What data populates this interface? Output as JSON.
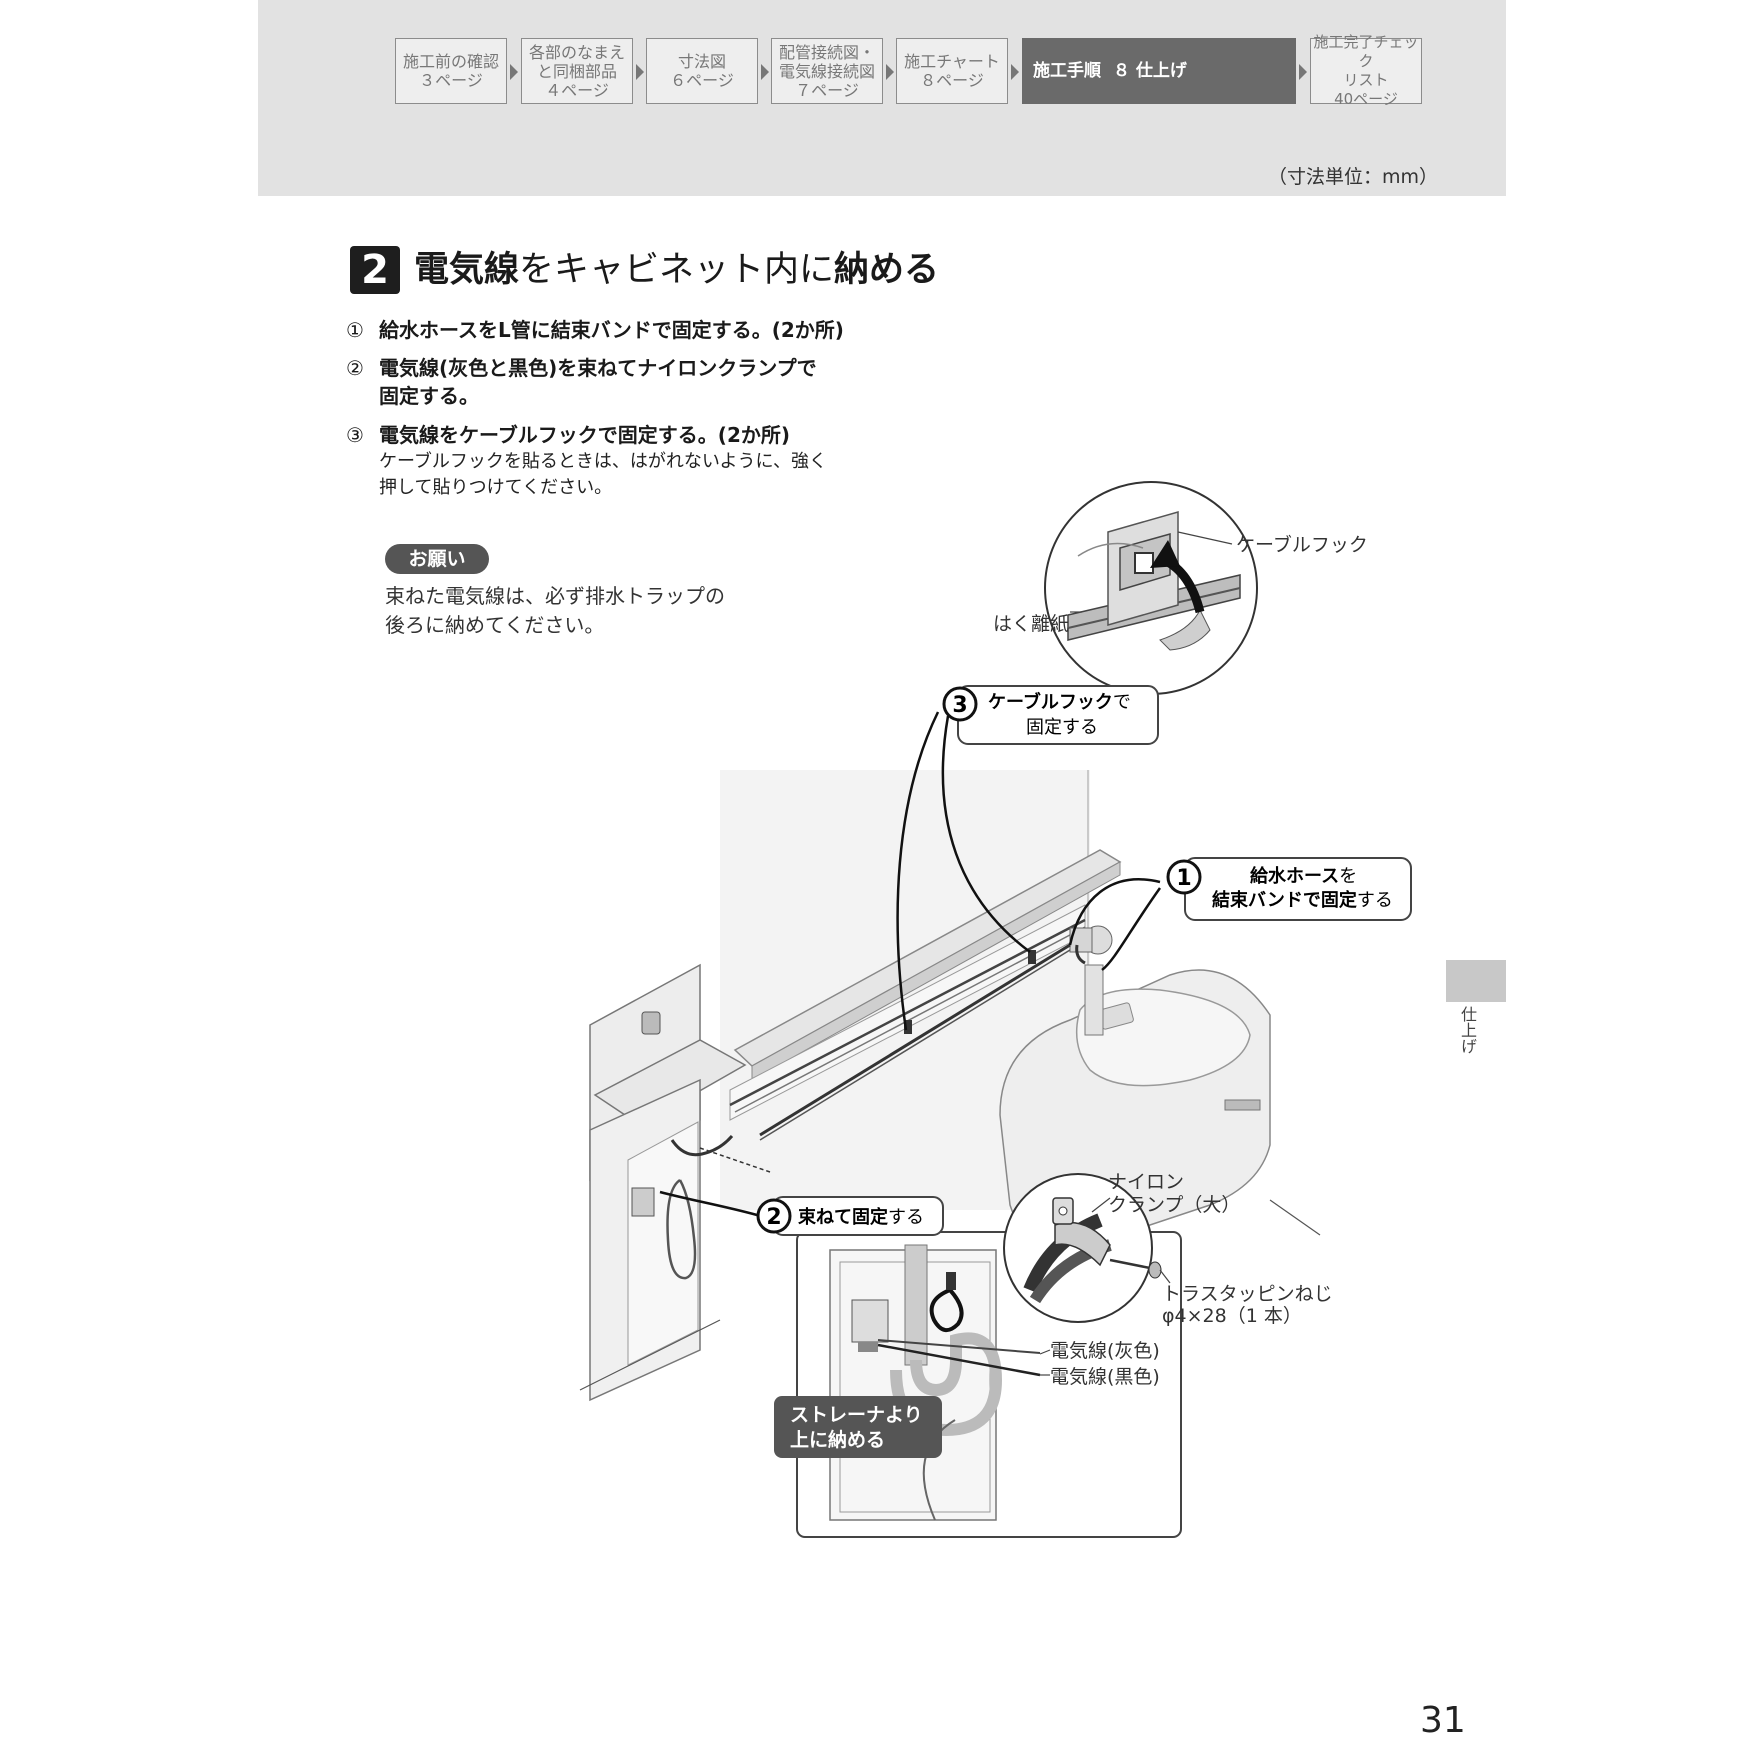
{
  "nav": {
    "steps": [
      {
        "line1": "施工前の確認",
        "line2": "３ページ",
        "line3": ""
      },
      {
        "line1": "各部のなまえ",
        "line2": "と同梱部品",
        "line3": "４ページ"
      },
      {
        "line1": "寸法図",
        "line2": "６ページ",
        "line3": ""
      },
      {
        "line1": "配管接続図・",
        "line2": "電気線接続図",
        "line3": "７ページ"
      },
      {
        "line1": "施工チャート",
        "line2": "８ページ",
        "line3": ""
      }
    ],
    "current": {
      "part1": "施工手順",
      "part2": "８ 仕上げ"
    },
    "last": {
      "line1": "施工完了チェック",
      "line2": "リスト",
      "line3": "40ページ"
    }
  },
  "unit_note": "（寸法単位：mm）",
  "step": {
    "number": "2",
    "title_bold1": "電気線",
    "title_normal1": "をキャビネット内に",
    "title_bold2": "納める"
  },
  "instructions": [
    {
      "num": "①",
      "text": "給水ホースをL管に結束バンドで固定する。(2か所)"
    },
    {
      "num": "②",
      "text": "電気線(灰色と黒色)を束ねてナイロンクランプで",
      "text2": "固定する。"
    },
    {
      "num": "③",
      "text": "電気線をケーブルフックで固定する。(2か所)",
      "sub1": "ケーブルフックを貼るときは、はがれないように、強く",
      "sub2": "押して貼りつけてください。"
    }
  ],
  "notice": {
    "badge": "お願い",
    "line1": "束ねた電気線は、必ず排水トラップの",
    "line2": "後ろに納めてください。"
  },
  "callouts": {
    "c3": {
      "num": "3",
      "bold": "ケーブルフック",
      "rest": "で",
      "line2": "固定する"
    },
    "c1": {
      "num": "1",
      "bold1": "給水ホース",
      "rest1": "を",
      "bold2": "結束バンドで固定",
      "rest2": "する"
    },
    "c2": {
      "num": "2",
      "bold": "束ねて固定",
      "rest": "する"
    },
    "strainer": {
      "line1": "ストレーナより",
      "line2": "上に納める"
    }
  },
  "labels": {
    "cable_hook": "ケーブルフック",
    "peel_paper": "はく離紙",
    "nylon_clamp1": "ナイロン",
    "nylon_clamp2": "クランプ（大）",
    "screw1": "トラスタッピンねじ",
    "screw2": "φ4×28（1 本）",
    "wire_gray": "電気線(灰色)",
    "wire_black": "電気線(黒色)"
  },
  "side_tab": "仕上げ",
  "page_number": "31"
}
